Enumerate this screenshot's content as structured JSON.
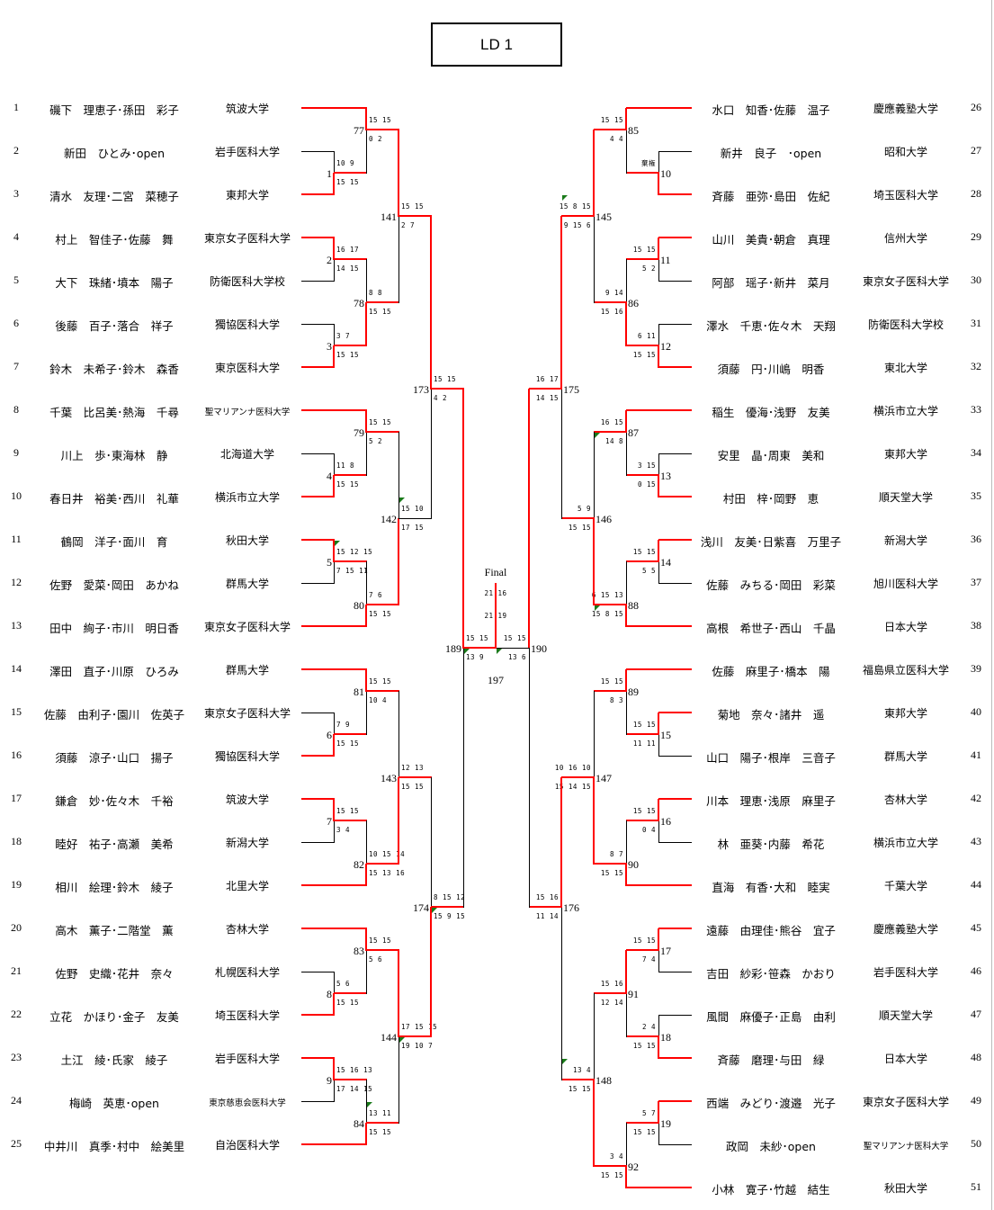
{
  "title": "LD 1",
  "final": {
    "label": "Final",
    "score_top": "21 16",
    "score_bottom": "21 19",
    "third_place_match_no": "197"
  },
  "left_entries": [
    {
      "no": "1",
      "name": "磯下　理恵子･孫田　彩子",
      "univ": "筑波大学"
    },
    {
      "no": "2",
      "name": "新田　ひとみ･open",
      "univ": "岩手医科大学"
    },
    {
      "no": "3",
      "name": "清水　友理･二宮　菜穂子",
      "univ": "東邦大学"
    },
    {
      "no": "4",
      "name": "村上　智佳子･佐藤　舞",
      "univ": "東京女子医科大学"
    },
    {
      "no": "5",
      "name": "大下　珠緒･墳本　陽子",
      "univ": "防衛医科大学校"
    },
    {
      "no": "6",
      "name": "後藤　百子･落合　祥子",
      "univ": "獨協医科大学"
    },
    {
      "no": "7",
      "name": "鈴木　未希子･鈴木　森香",
      "univ": "東京医科大学"
    },
    {
      "no": "8",
      "name": "千葉　比呂美･熱海　千尋",
      "univ": "聖マリアンナ医科大学"
    },
    {
      "no": "9",
      "name": "川上　歩･東海林　静",
      "univ": "北海道大学"
    },
    {
      "no": "10",
      "name": "春日井　裕美･西川　礼華",
      "univ": "横浜市立大学"
    },
    {
      "no": "11",
      "name": "鶴岡　洋子･面川　育",
      "univ": "秋田大学"
    },
    {
      "no": "12",
      "name": "佐野　愛菜･岡田　あかね",
      "univ": "群馬大学"
    },
    {
      "no": "13",
      "name": "田中　絢子･市川　明日香",
      "univ": "東京女子医科大学"
    },
    {
      "no": "14",
      "name": "澤田　直子･川原　ひろみ",
      "univ": "群馬大学"
    },
    {
      "no": "15",
      "name": "佐藤　由利子･園川　佐英子",
      "univ": "東京女子医科大学"
    },
    {
      "no": "16",
      "name": "須藤　涼子･山口　揚子",
      "univ": "獨協医科大学"
    },
    {
      "no": "17",
      "name": "鎌倉　妙･佐々木　千裕",
      "univ": "筑波大学"
    },
    {
      "no": "18",
      "name": "睦好　祐子･高瀬　美希",
      "univ": "新潟大学"
    },
    {
      "no": "19",
      "name": "相川　絵理･鈴木　綾子",
      "univ": "北里大学"
    },
    {
      "no": "20",
      "name": "高木　薫子･二階堂　薫",
      "univ": "杏林大学"
    },
    {
      "no": "21",
      "name": "佐野　史織･花井　奈々",
      "univ": "札幌医科大学"
    },
    {
      "no": "22",
      "name": "立花　かほり･金子　友美",
      "univ": "埼玉医科大学"
    },
    {
      "no": "23",
      "name": "土江　綾･氏家　綾子",
      "univ": "岩手医科大学"
    },
    {
      "no": "24",
      "name": "梅崎　英恵･open",
      "univ": "東京慈恵会医科大学"
    },
    {
      "no": "25",
      "name": "中井川　真季･村中　絵美里",
      "univ": "自治医科大学"
    }
  ],
  "right_entries": [
    {
      "no": "26",
      "name": "水口　知香･佐藤　温子",
      "univ": "慶應義塾大学"
    },
    {
      "no": "27",
      "name": "新井　良子　･open",
      "univ": "昭和大学"
    },
    {
      "no": "28",
      "name": "斉藤　亜弥･島田　佐紀",
      "univ": "埼玉医科大学"
    },
    {
      "no": "29",
      "name": "山川　美貴･朝倉　真理",
      "univ": "信州大学"
    },
    {
      "no": "30",
      "name": "阿部　瑶子･新井　菜月",
      "univ": "東京女子医科大学"
    },
    {
      "no": "31",
      "name": "澤水　千恵･佐々木　天翔",
      "univ": "防衛医科大学校"
    },
    {
      "no": "32",
      "name": "須藤　円･川嶋　明香",
      "univ": "東北大学"
    },
    {
      "no": "33",
      "name": "稲生　優海･浅野　友美",
      "univ": "横浜市立大学"
    },
    {
      "no": "34",
      "name": "安里　晶･周東　美和",
      "univ": "東邦大学"
    },
    {
      "no": "35",
      "name": "村田　梓･岡野　恵",
      "univ": "順天堂大学"
    },
    {
      "no": "36",
      "name": "浅川　友美･日紫喜　万里子",
      "univ": "新潟大学"
    },
    {
      "no": "37",
      "name": "佐藤　みちる･岡田　彩菜",
      "univ": "旭川医科大学"
    },
    {
      "no": "38",
      "name": "高根　希世子･西山　千晶",
      "univ": "日本大学"
    },
    {
      "no": "39",
      "name": "佐藤　麻里子･橋本　陽",
      "univ": "福島県立医科大学"
    },
    {
      "no": "40",
      "name": "菊地　奈々･諸井　遥",
      "univ": "東邦大学"
    },
    {
      "no": "41",
      "name": "山口　陽子･根岸　三音子",
      "univ": "群馬大学"
    },
    {
      "no": "42",
      "name": "川本　理恵･浅原　麻里子",
      "univ": "杏林大学"
    },
    {
      "no": "43",
      "name": "林　亜葵･内藤　希花",
      "univ": "横浜市立大学"
    },
    {
      "no": "44",
      "name": "直海　有香･大和　睦実",
      "univ": "千葉大学"
    },
    {
      "no": "45",
      "name": "遠藤　由理佳･熊谷　宜子",
      "univ": "慶應義塾大学"
    },
    {
      "no": "46",
      "name": "吉田　紗彩･笹森　かおり",
      "univ": "岩手医科大学"
    },
    {
      "no": "47",
      "name": "風間　麻優子･正島　由利",
      "univ": "順天堂大学"
    },
    {
      "no": "48",
      "name": "斉藤　磨理･与田　緑",
      "univ": "日本大学"
    },
    {
      "no": "49",
      "name": "西端　みどり･渡邉　光子",
      "univ": "東京女子医科大学"
    },
    {
      "no": "50",
      "name": "政岡　未紗･open",
      "univ": "聖マリアンナ医科大学"
    },
    {
      "no": "51",
      "name": "小林　寛子･竹越　結生",
      "univ": "秋田大学"
    }
  ],
  "matches": {
    "1": {
      "top": "10 9",
      "bottom": "15 15",
      "winner": "bottom"
    },
    "2": {
      "top": "16 17",
      "bottom": "14 15",
      "winner": "top"
    },
    "3": {
      "top": "3 7",
      "bottom": "15 15",
      "winner": "bottom"
    },
    "4": {
      "top": "11 8",
      "bottom": "15 15",
      "winner": "bottom"
    },
    "5": {
      "top": "15 12 15",
      "bottom": "7 15 11",
      "winner": "top"
    },
    "6": {
      "top": "7 9",
      "bottom": "15 15",
      "winner": "bottom"
    },
    "7": {
      "top": "15 15",
      "bottom": "3 4",
      "winner": "top"
    },
    "8": {
      "top": "5 6",
      "bottom": "15 15",
      "winner": "bottom"
    },
    "9": {
      "top": "15 16 13",
      "bottom": "17 14 15",
      "winner": "top"
    },
    "10": {
      "top": "棄権",
      "bottom": "",
      "winner": "bottom"
    },
    "11": {
      "top": "15 15",
      "bottom": "5 2",
      "winner": "top"
    },
    "12": {
      "top": "6 11",
      "bottom": "15 15",
      "winner": "bottom"
    },
    "13": {
      "top": "3 15",
      "bottom": "0 15",
      "winner": "bottom"
    },
    "14": {
      "top": "15 15",
      "bottom": "5 5",
      "winner": "top"
    },
    "15": {
      "top": "15 15",
      "bottom": "11 11",
      "winner": "top"
    },
    "16": {
      "top": "15 15",
      "bottom": "0 4",
      "winner": "top"
    },
    "17": {
      "top": "15 15",
      "bottom": "7 4",
      "winner": "top"
    },
    "18": {
      "top": "2 4",
      "bottom": "15 15",
      "winner": "bottom"
    },
    "19": {
      "top": "5 7",
      "bottom": "15 15",
      "winner": "top"
    },
    "77": {
      "top": "15 15",
      "bottom": "0 2",
      "winner": "top"
    },
    "78": {
      "top": "8 8",
      "bottom": "15 15",
      "winner": "bottom"
    },
    "79": {
      "top": "15 15",
      "bottom": "5 2",
      "winner": "top"
    },
    "80": {
      "top": "7 6",
      "bottom": "15 15",
      "winner": "bottom"
    },
    "81": {
      "top": "15 15",
      "bottom": "10 4",
      "winner": "top"
    },
    "82": {
      "top": "10 15 14",
      "bottom": "15 13 16",
      "winner": "bottom"
    },
    "83": {
      "top": "15 15",
      "bottom": "5 6",
      "winner": "top"
    },
    "84": {
      "top": "13 11",
      "bottom": "15 15",
      "winner": "bottom"
    },
    "85": {
      "top": "15 15",
      "bottom": "4 4",
      "winner": "top"
    },
    "86": {
      "top": "9 14",
      "bottom": "15 16",
      "winner": "bottom"
    },
    "87": {
      "top": "16 15",
      "bottom": "14 8",
      "winner": "top"
    },
    "88": {
      "top": "6 15 13",
      "bottom": "15 8 15",
      "winner": "bottom"
    },
    "89": {
      "top": "15 15",
      "bottom": "8 3",
      "winner": "top"
    },
    "90": {
      "top": "8 7",
      "bottom": "15 15",
      "winner": "bottom"
    },
    "91": {
      "top": "15 16",
      "bottom": "12 14",
      "winner": "top"
    },
    "92": {
      "top": "3 4",
      "bottom": "15 15",
      "winner": "bottom"
    },
    "141": {
      "top": "15 15",
      "bottom": "2 7",
      "winner": "top"
    },
    "142": {
      "top": "15 10",
      "bottom": "17 15",
      "winner": "bottom"
    },
    "143": {
      "top": "12 13",
      "bottom": "15 15",
      "winner": "bottom"
    },
    "144": {
      "top": "17 15 15",
      "bottom": "19 10 7",
      "winner": "top"
    },
    "145": {
      "top": "15 8 15",
      "bottom": "9 15 6",
      "winner": "top"
    },
    "146": {
      "top": "5 9",
      "bottom": "15 15",
      "winner": "bottom"
    },
    "147": {
      "top": "10 16 10",
      "bottom": "15 14 15",
      "winner": "bottom"
    },
    "148": {
      "top": "13 4",
      "bottom": "15 15",
      "winner": "bottom"
    },
    "173": {
      "top": "15 15",
      "bottom": "4 2",
      "winner": "top"
    },
    "174": {
      "top": "8 15 12",
      "bottom": "15 9 15",
      "winner": "bottom"
    },
    "175": {
      "top": "16 17",
      "bottom": "14 15",
      "winner": "top"
    },
    "176": {
      "top": "15 16",
      "bottom": "11 14",
      "winner": "top"
    },
    "189": {
      "top": "15 15",
      "bottom": "13 9",
      "winner": "top"
    },
    "190": {
      "top": "15 15",
      "bottom": "13 6",
      "winner": "top"
    }
  },
  "colors": {
    "winner_line": "#ff0000",
    "line": "#000000",
    "flag": "#1a7a1a"
  }
}
